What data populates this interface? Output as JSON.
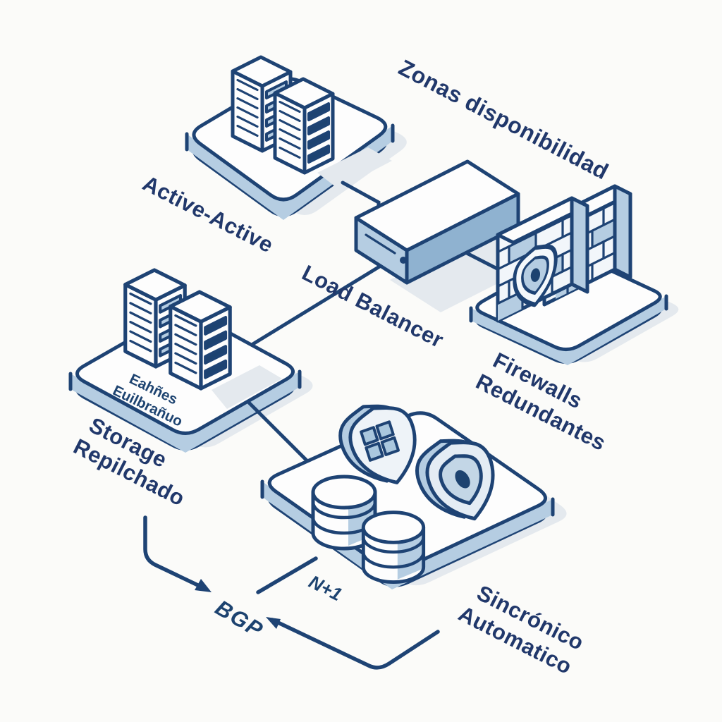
{
  "diagram": {
    "labels": {
      "availability_zones": "Zonas disponibilidad",
      "active_active": "Active-Active",
      "load_balancer": "Load Balancer",
      "firewalls_line1": "Firewalls",
      "firewalls_line2": "Redundantes",
      "storage_line1": "Storage",
      "storage_line2": "Repilchado",
      "platform_caption_line1": "Eahñes",
      "platform_caption_line2": "Euilbrañuo",
      "n_plus_one": "N+1",
      "bgp": "BGP",
      "sync_line1": "Sincrónico",
      "sync_line2": "Automatico"
    },
    "icons": [
      "server-rack-icon",
      "load-balancer-icon",
      "brick-wall-icon",
      "shield-window-icon",
      "shield-keyhole-icon",
      "database-stack-icon",
      "arrow-icon"
    ],
    "colors": {
      "outline": "#1e4374",
      "text": "#21386b",
      "fill_light": "#b5cde2",
      "fill_mid": "#8fb2d0",
      "fill_dark_panel": "#1d4370",
      "brick_face": "#f2f6fa",
      "shadow": "#e4e9ee",
      "background": "#fbfbf9",
      "white": "#fdfdfd"
    }
  }
}
